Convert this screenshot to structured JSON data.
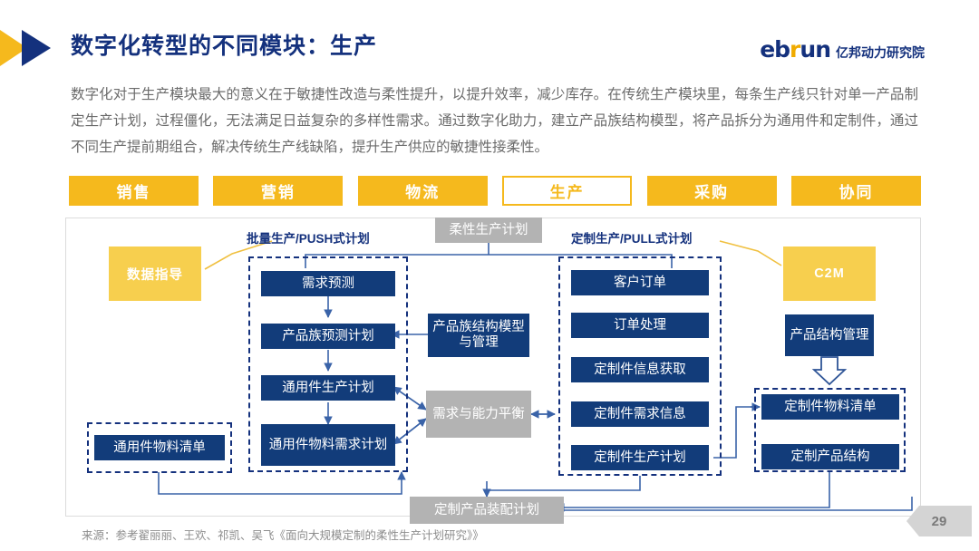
{
  "header": {
    "title": "数字化转型的不同模块：生产",
    "arrow_icon": "double-chevron-right-icon",
    "logo": {
      "part1": "eb",
      "part_accent": "r",
      "part2": "un",
      "cn": "亿邦动力研究院"
    }
  },
  "paragraph": "数字化对于生产模块最大的意义在于敏捷性改造与柔性提升，以提升效率，减少库存。在传统生产模块里，每条生产线只针对单一产品制定生产计划，过程僵化，无法满足日益复杂的多样性需求。通过数字化助力，建立产品族结构模型，将产品拆分为通用件和定制件，通过不同生产提前期组合，解决传统生产线缺陷，提升生产供应的敏捷性接柔性。",
  "tabs": [
    {
      "label": "销售",
      "active": false
    },
    {
      "label": "营销",
      "active": false
    },
    {
      "label": "物流",
      "active": false
    },
    {
      "label": "生产",
      "active": true
    },
    {
      "label": "采购",
      "active": false
    },
    {
      "label": "协同",
      "active": false
    }
  ],
  "diagram": {
    "labels": {
      "push": "批量生产/PUSH式计划",
      "pull": "定制生产/PULL式计划"
    },
    "nodes": {
      "flexible_plan": "柔性生产计划",
      "data_guide": "数据指导",
      "c2m": "C2M",
      "demand_forecast": "需求预测",
      "family_forecast_plan": "产品族预测计划",
      "common_part_prod_plan": "通用件生产计划",
      "common_part_material_plan": "通用件物料需求计划",
      "family_structure_model": "产品族结构模型与管理",
      "demand_capacity_balance": "需求与能力平衡",
      "customer_order": "客户订单",
      "order_processing": "订单处理",
      "custom_info_acquire": "定制件信息获取",
      "custom_demand_info": "定制件需求信息",
      "custom_prod_plan": "定制件生产计划",
      "product_structure_mgmt": "产品结构管理",
      "custom_bom": "定制件物料清单",
      "custom_product_structure": "定制产品结构",
      "common_part_bom": "通用件物料清单",
      "assembly_plan": "定制产品装配计划"
    }
  },
  "source": "来源：参考翟丽丽、王欢、祁凯、吴飞《面向大规模定制的柔性生产计划研究》》",
  "page_number": "29",
  "colors": {
    "navy": "#14317d",
    "box_blue": "#123c7a",
    "yellow": "#f5b91d",
    "yellow_soft": "#f7cf4e",
    "gray_box": "#b3b3b3",
    "line": "#3a63a8"
  }
}
